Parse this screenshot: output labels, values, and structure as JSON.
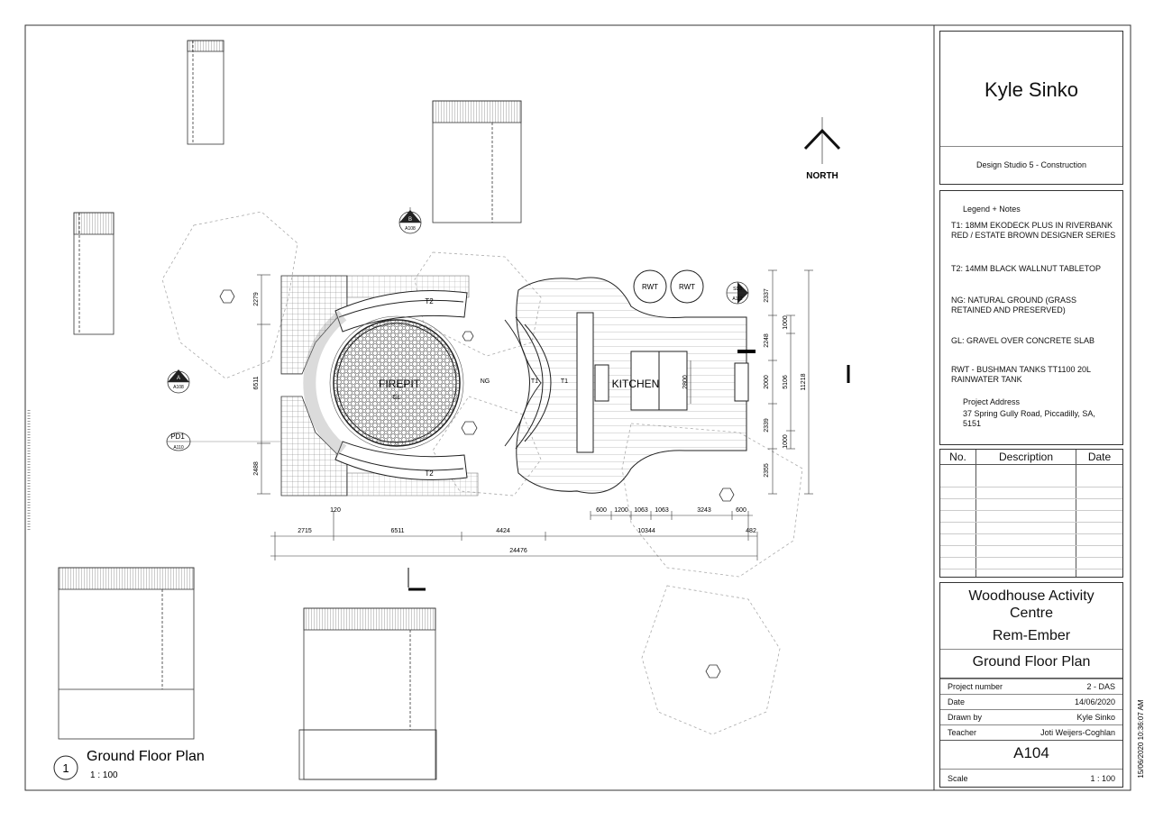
{
  "plan": {
    "north_label": "NORTH",
    "labels": {
      "firepit": "FIREPIT",
      "gl": "GL",
      "ng": "NG",
      "kitchen": "KITCHEN",
      "t1a": "T1",
      "t1b": "T1",
      "t2_top": "T2",
      "t2_bottom": "T2",
      "rwt1": "RWT",
      "rwt2": "RWT",
      "pd1": "PD1"
    },
    "section_marks": {
      "b": {
        "letter": "B",
        "ref": "A108"
      },
      "a": {
        "letter": "A",
        "ref": "A108"
      },
      "pd1_ref": "A110",
      "sd3": {
        "letter": "SD3",
        "ref": "A112"
      }
    },
    "dims_left": [
      "2279",
      "6511",
      "2488"
    ],
    "dims_right_inner": [
      "2337",
      "2248",
      "2000",
      "2339",
      "2355"
    ],
    "dims_right_mid": [
      "1000",
      "5106",
      "1000"
    ],
    "dims_right_outer": "11218",
    "dim_kitchen": "2800",
    "dims_bottom_small": [
      "120",
      "600",
      "1200",
      "1063",
      "1063",
      "3243",
      "600"
    ],
    "dims_bottom_mid": [
      "2715",
      "6511",
      "4424",
      "10344",
      "482"
    ],
    "dim_total": "24476",
    "view_title": {
      "number": "1",
      "title": "Ground Floor Plan",
      "scale": "1 : 100"
    }
  },
  "titleblock": {
    "author": "Kyle Sinko",
    "course": "Design Studio 5 - Construction",
    "legend_title": "Legend + Notes",
    "legend": [
      "T1: 18MM EKODECK PLUS IN RIVERBANK RED / ESTATE BROWN DESIGNER SERIES",
      "T2: 14MM BLACK WALLNUT TABLETOP",
      "NG: NATURAL GROUND (GRASS RETAINED AND PRESERVED)",
      "GL: GRAVEL OVER CONCRETE SLAB",
      "RWT - BUSHMAN TANKS TT1100 20L RAINWATER TANK"
    ],
    "address_title": "Project Address",
    "address": "37 Spring Gully Road, Piccadilly, SA, 5151",
    "revision_headers": {
      "no": "No.",
      "description": "Description",
      "date": "Date"
    },
    "project_name": "Woodhouse Activity Centre",
    "project_sub": "Rem-Ember",
    "sheet_name": "Ground Floor Plan",
    "rows": [
      {
        "k": "Project number",
        "v": "2 - DAS"
      },
      {
        "k": "Date",
        "v": "14/06/2020"
      },
      {
        "k": "Drawn by",
        "v": "Kyle Sinko"
      },
      {
        "k": "Teacher",
        "v": "Joti Weijers-Coghlan"
      }
    ],
    "sheet_number": "A104",
    "scale_label": "Scale",
    "scale_value": "1 : 100",
    "print_stamp": "15/06/2020 10:36:07 AM"
  }
}
